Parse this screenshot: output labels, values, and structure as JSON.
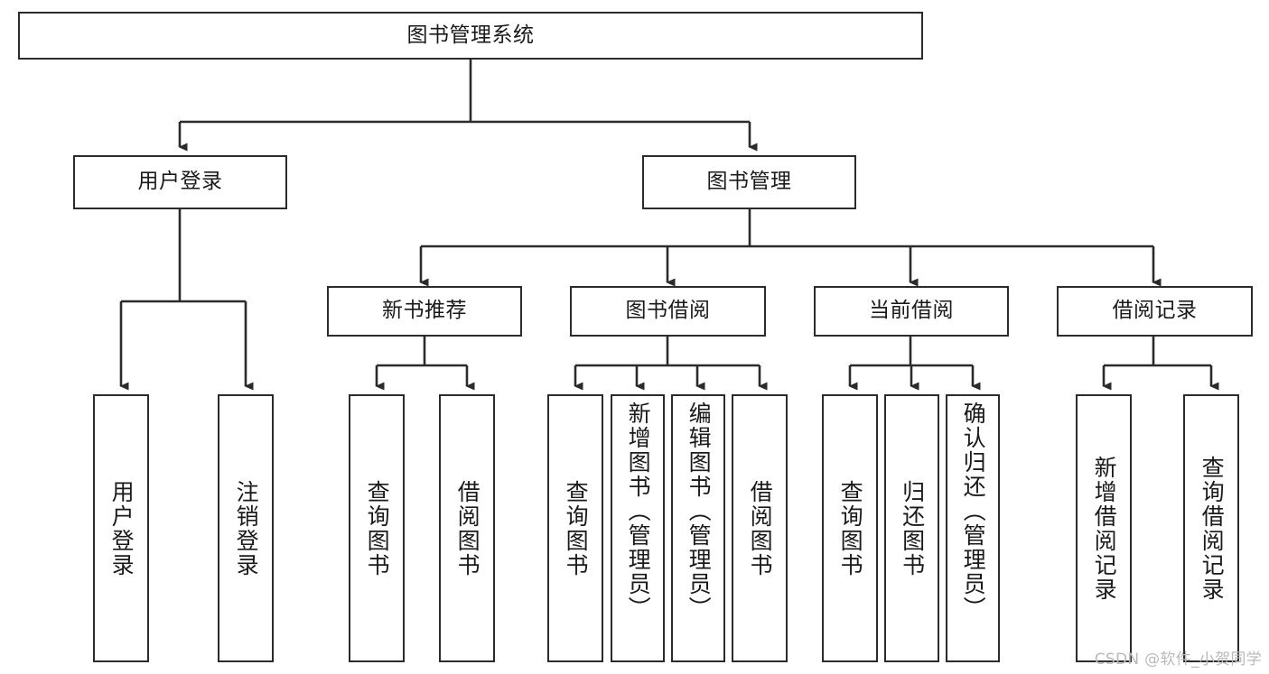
{
  "diagram": {
    "title": "图书管理系统",
    "watermark": "CSDN @软件_小贺同学",
    "type": "tree",
    "orientation": "top-down",
    "line_color": "#2b2b2b",
    "box_fill": "#ffffff",
    "nodes": {
      "root": {
        "label": "图书管理系统",
        "level": 0
      },
      "l1": [
        {
          "id": "user-login",
          "label": "用户登录"
        },
        {
          "id": "book-manage",
          "label": "图书管理"
        }
      ],
      "l2": [
        {
          "id": "new-book-recommend",
          "label": "新书推荐",
          "parent": "book-manage"
        },
        {
          "id": "book-borrow",
          "label": "图书借阅",
          "parent": "book-manage"
        },
        {
          "id": "current-borrow",
          "label": "当前借阅",
          "parent": "book-manage"
        },
        {
          "id": "borrow-record",
          "label": "借阅记录",
          "parent": "book-manage"
        }
      ],
      "leaves": [
        {
          "id": "leaf-user-login",
          "label": "用户登录",
          "parent": "user-login"
        },
        {
          "id": "leaf-logout",
          "label": "注销登录",
          "parent": "user-login"
        },
        {
          "id": "leaf-query-book-1",
          "label": "查询图书",
          "parent": "new-book-recommend"
        },
        {
          "id": "leaf-borrow-book-1",
          "label": "借阅图书",
          "parent": "new-book-recommend"
        },
        {
          "id": "leaf-query-book-2",
          "label": "查询图书",
          "parent": "book-borrow"
        },
        {
          "id": "leaf-add-book",
          "label": "新增图书（管理员）",
          "parent": "book-borrow"
        },
        {
          "id": "leaf-edit-book",
          "label": "编辑图书（管理员）",
          "parent": "book-borrow"
        },
        {
          "id": "leaf-borrow-book-2",
          "label": "借阅图书",
          "parent": "book-borrow"
        },
        {
          "id": "leaf-query-book-3",
          "label": "查询图书",
          "parent": "current-borrow"
        },
        {
          "id": "leaf-return-book",
          "label": "归还图书",
          "parent": "current-borrow"
        },
        {
          "id": "leaf-confirm-return",
          "label": "确认归还（管理员）",
          "parent": "current-borrow"
        },
        {
          "id": "leaf-add-record",
          "label": "新增借阅记录",
          "parent": "borrow-record"
        },
        {
          "id": "leaf-query-record",
          "label": "查询借阅记录",
          "parent": "borrow-record"
        }
      ]
    }
  }
}
